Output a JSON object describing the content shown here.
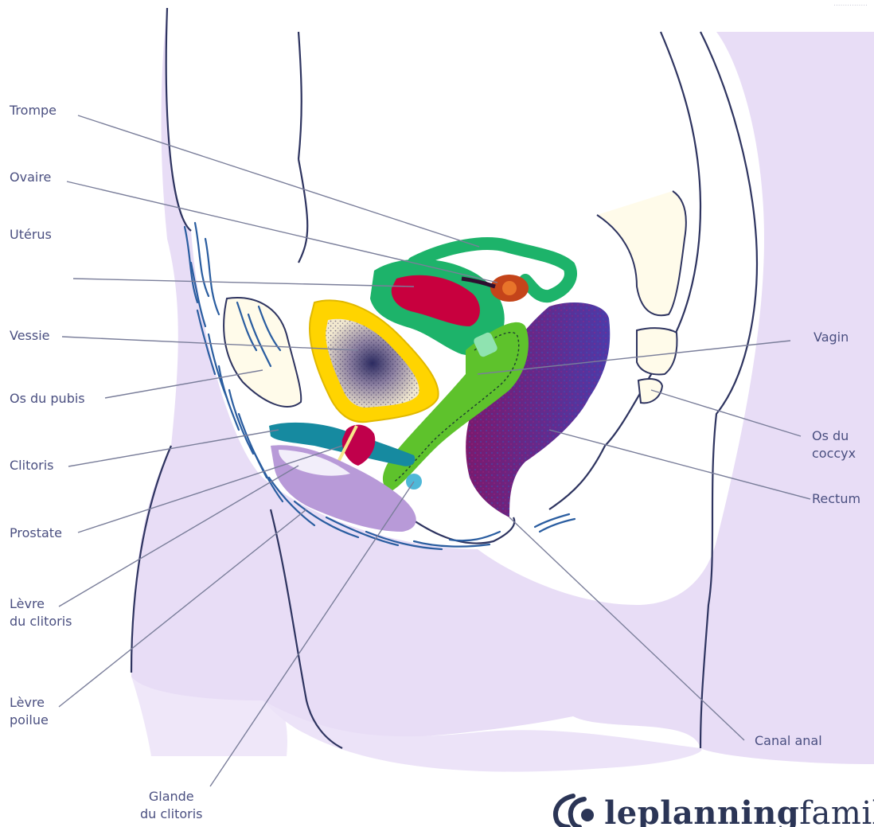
{
  "diagram": {
    "labels": {
      "trompe": "Trompe",
      "ovaire": "Ovaire",
      "uterus": "Utérus",
      "vessie": "Vessie",
      "os_pubis": "Os du pubis",
      "clitoris": "Clitoris",
      "prostate": "Prostate",
      "levre_clitoris": [
        "Lèvre",
        "du clitoris"
      ],
      "levre_poilue": [
        "Lèvre",
        "poilue"
      ],
      "glande_clitoris": [
        "Glande",
        "du clitoris"
      ],
      "vagin": "Vagin",
      "os_coccyx": [
        "Os du",
        "coccyx"
      ],
      "rectum": "Rectum",
      "canal_anal": "Canal anal"
    },
    "colors": {
      "body_fill": "#e8ddf6",
      "outline": "#2e3460",
      "leader_line": "#7a7e9a",
      "label_text": "#4a4f80",
      "uterus_green": "#1db36a",
      "uterus_inner": "#c8003e",
      "ovary": "#c4441a",
      "bladder_yellow": "#ffd400",
      "vagina_green": "#5ec22c",
      "clitoris_teal": "#168aa0",
      "prostate_magenta": "#c0004b",
      "rectum_purple": "#8a1e74",
      "hair_blue": "#2a5da0",
      "labia_purple": "#b89ad8"
    }
  },
  "logo": {
    "text_part1": "le",
    "text_part2": "planning",
    "text_part3": "famil"
  },
  "corner_watermark": "..............."
}
